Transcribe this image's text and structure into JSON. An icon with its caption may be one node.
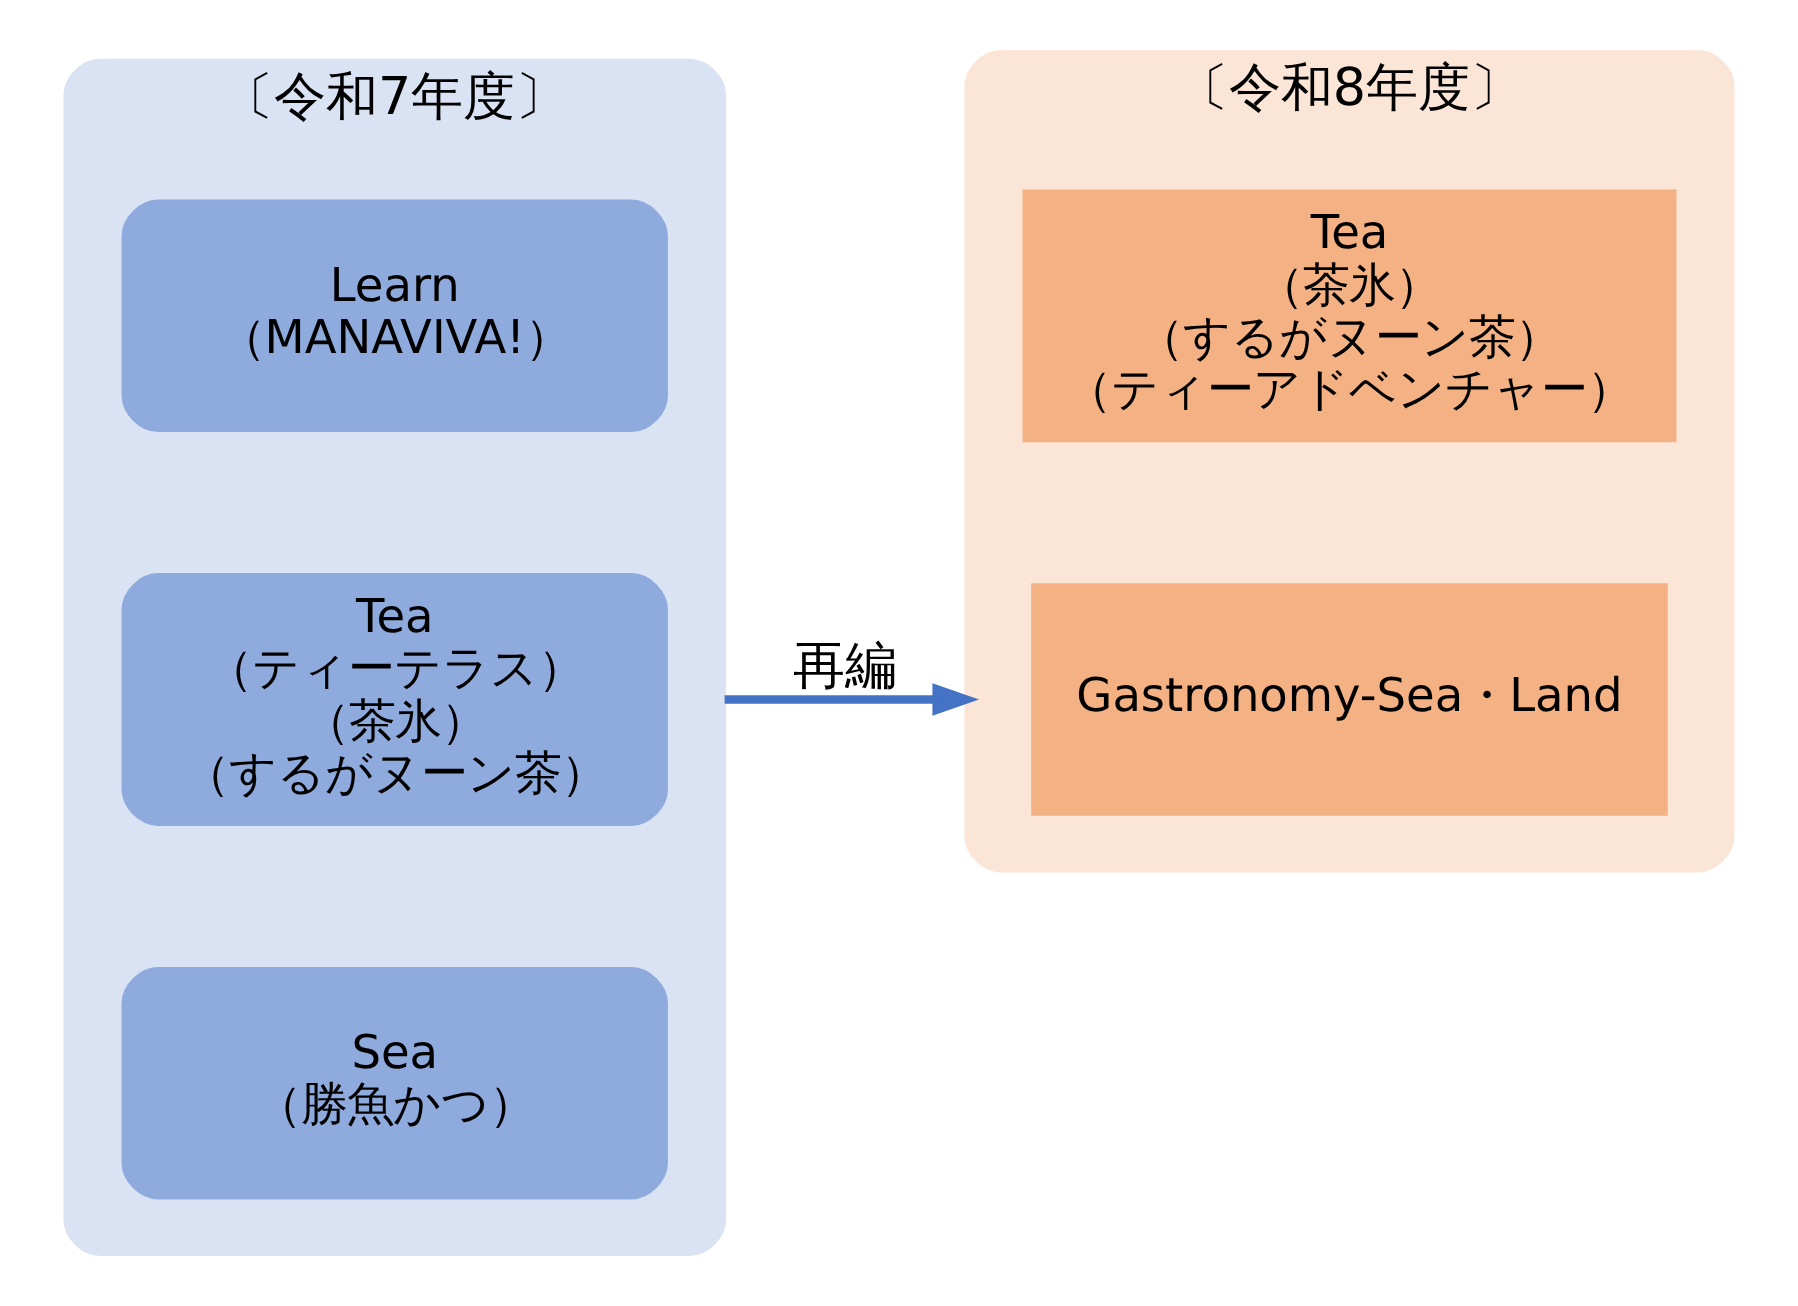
{
  "diagram": {
    "nodes": [
      {
        "text": [
          "〔令和7年度〕"
        ]
      },
      {
        "text": [
          "Learn",
          "（MANAVIVA!）"
        ],
        "in": 0
      },
      {
        "text": [
          "Tea",
          "（ティーテラス）",
          "（茶氷）",
          "（するがヌーン茶）"
        ],
        "in": 0
      },
      {
        "text": [
          "Sea",
          "（勝魚かつ）"
        ],
        "in": 0
      },
      {
        "text": [
          "〔令和8年度〕"
        ]
      },
      {
        "text": [
          "Tea",
          "（茶氷）",
          "（するがヌーン茶）",
          "（ティーアドベンチャー）"
        ],
        "in": 4
      },
      {
        "text": [
          "Gastronomy-Sea・Land"
        ],
        "in": 4
      }
    ],
    "edges": [
      {
        "from": 0,
        "to": 4,
        "arrow": "to",
        "label": "再編"
      }
    ]
  }
}
